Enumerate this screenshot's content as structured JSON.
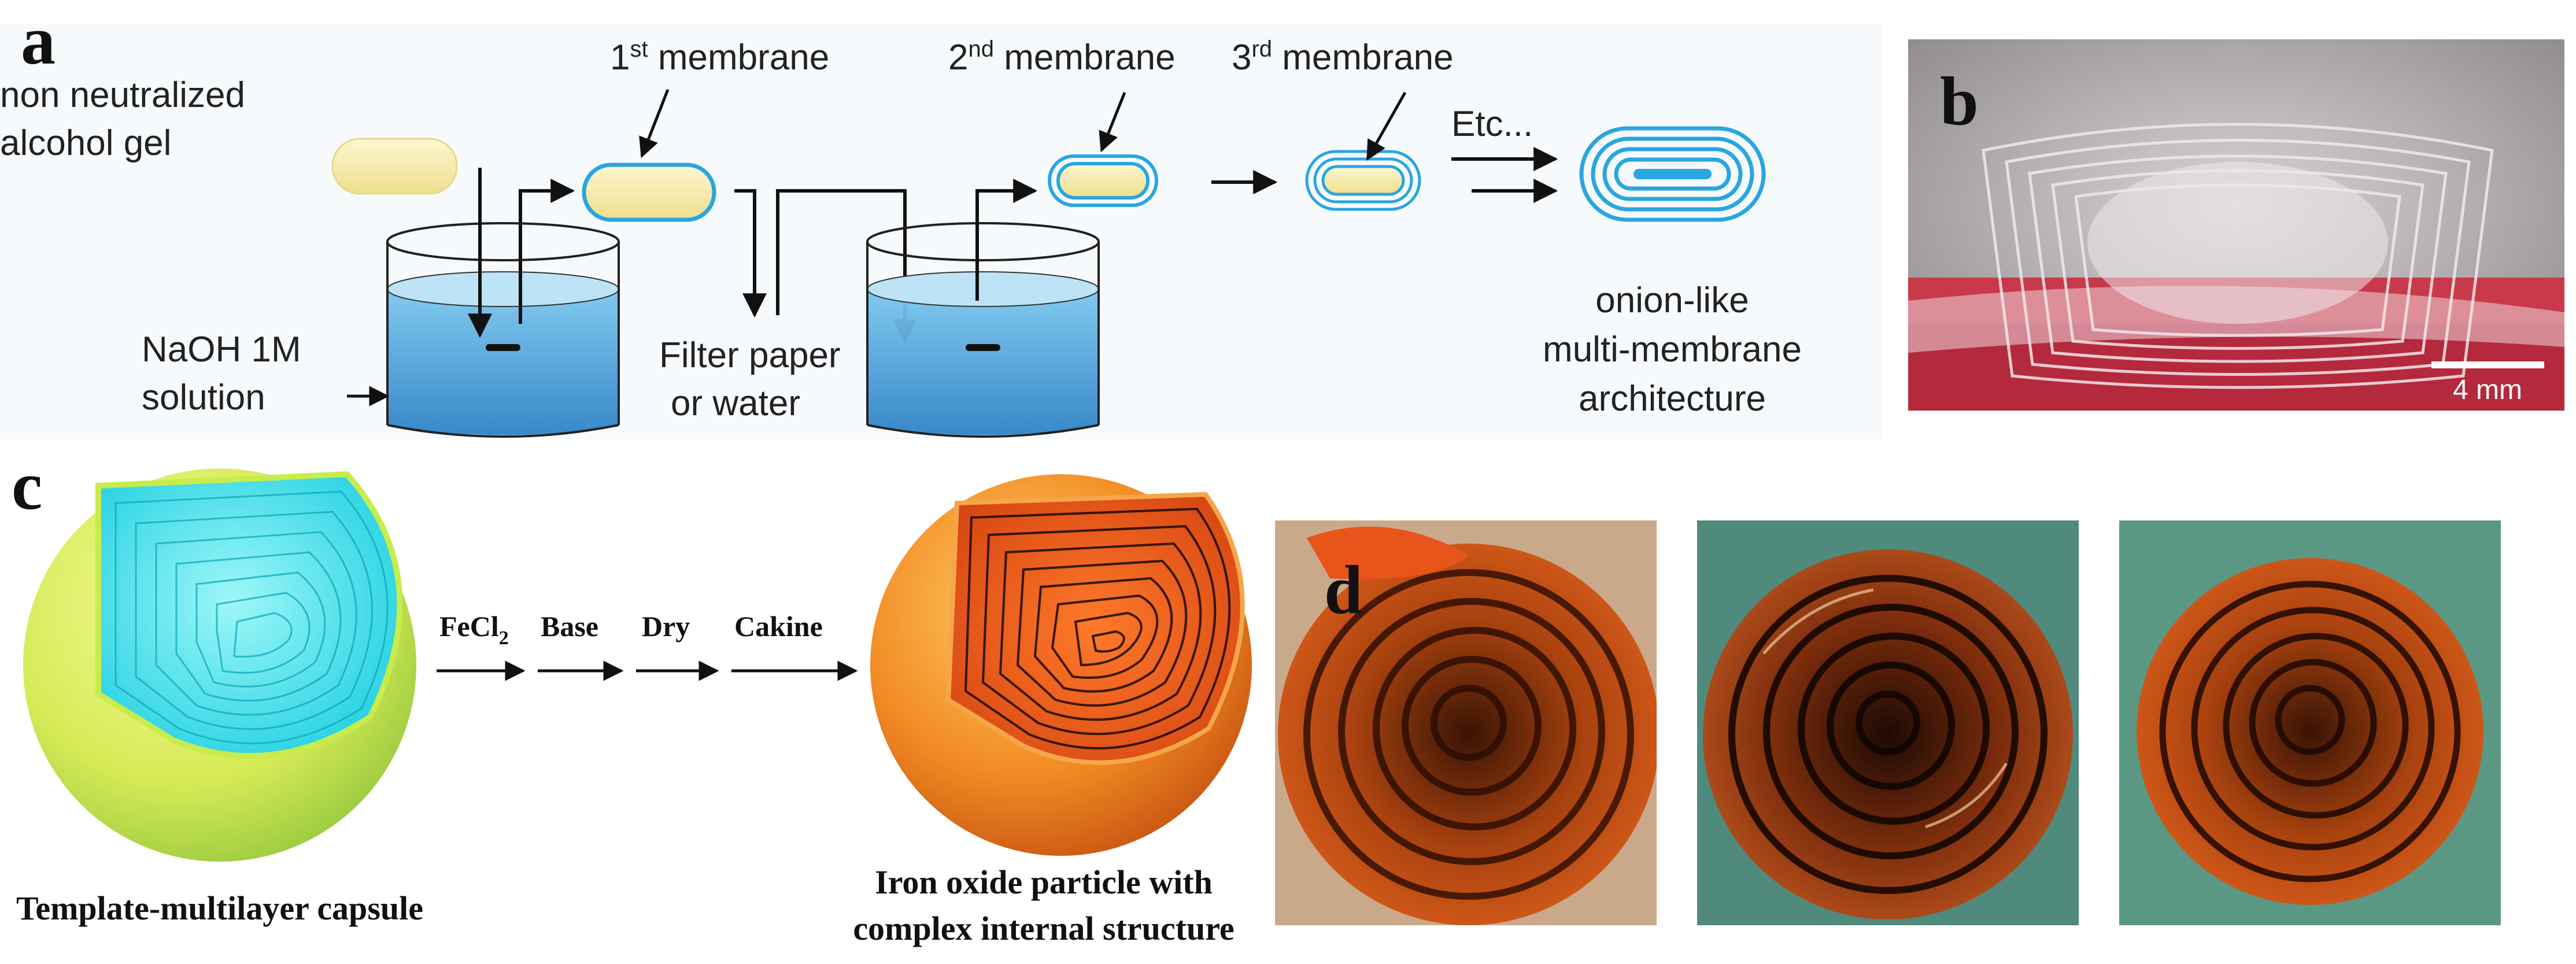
{
  "panels": {
    "a": {
      "letter": "a",
      "gel_label_1": "non neutralized",
      "gel_label_2": "alcohol  gel",
      "m1": {
        "num": "1",
        "sup": "st",
        "text": " membrane"
      },
      "m2": {
        "num": "2",
        "sup": "nd",
        "text": " membrane"
      },
      "m3": {
        "num": "3",
        "sup": "rd",
        "text": " membrane"
      },
      "etc": "Etc...",
      "naoh_1": "NaOH 1M",
      "naoh_2": "solution",
      "filter_1": "Filter paper",
      "filter_2": "or water",
      "result_1": "onion-like",
      "result_2": "multi-membrane",
      "result_3": "architecture"
    },
    "b": {
      "letter": "b",
      "scale_label": "4 mm"
    },
    "c": {
      "letter": "c",
      "steps": [
        {
          "main": "FeCl",
          "sub": "2"
        },
        {
          "main": "Base",
          "sub": ""
        },
        {
          "main": "Dry",
          "sub": ""
        },
        {
          "main": "Cakine",
          "sub": ""
        }
      ],
      "caption_left": "Template-multilayer capsule",
      "caption_right_1": "Iron oxide particle with",
      "caption_right_2": "complex internal structure"
    },
    "d": {
      "letter": "d"
    }
  },
  "colors": {
    "gel_fill": "#f6eaa6",
    "membrane_blue": "#29a6e0",
    "water_blue": "#56b5e6",
    "water_dark": "#2e82c6",
    "capsule_cyan": "#1ee4ee",
    "shell_yellow": "#d8ec5a",
    "iron_orange": "#e8641c",
    "photo_green": "#4f8a7c"
  }
}
